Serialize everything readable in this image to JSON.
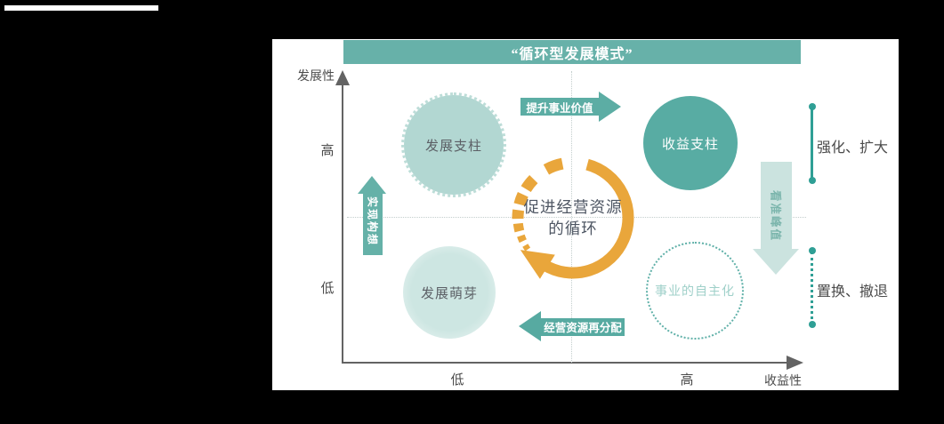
{
  "banner": {
    "title": "“循环型发展模式”",
    "bg_color": "#67b1a9"
  },
  "axes": {
    "y_label": "发展性",
    "y_high": "高",
    "y_low": "低",
    "x_low": "低",
    "x_high": "高",
    "x_label": "收益性",
    "color": "#636363"
  },
  "quadrants": {
    "top_left": "发展支柱",
    "top_right": "收益支柱",
    "bottom_left": "发展萌芽",
    "bottom_right": "事业的自主化"
  },
  "flow_arrows": {
    "top": "提升事业价值",
    "left": "实现构想",
    "bottom": "经营资源再分配",
    "right": "看准峰值"
  },
  "center_cycle": {
    "line1": "促进经营资源",
    "line2": "的循环",
    "ring_color": "#e9a63b"
  },
  "side_annotations": {
    "upper": "强化、扩大",
    "lower": "置换、撤退"
  },
  "colors": {
    "teal_solid": "#58aca3",
    "teal_banner": "#67b1a9",
    "teal_light_circle": "#b2d7d2",
    "teal_faint_circle": "#cde6e2",
    "teal_pale_arrow": "#cbe3df",
    "bracket_teal": "#2f9f95",
    "orange": "#e9a63b",
    "axis_gray": "#636363",
    "text_dark": "#4b4b4b",
    "panel_bg": "#ffffff",
    "page_bg": "#000000"
  }
}
